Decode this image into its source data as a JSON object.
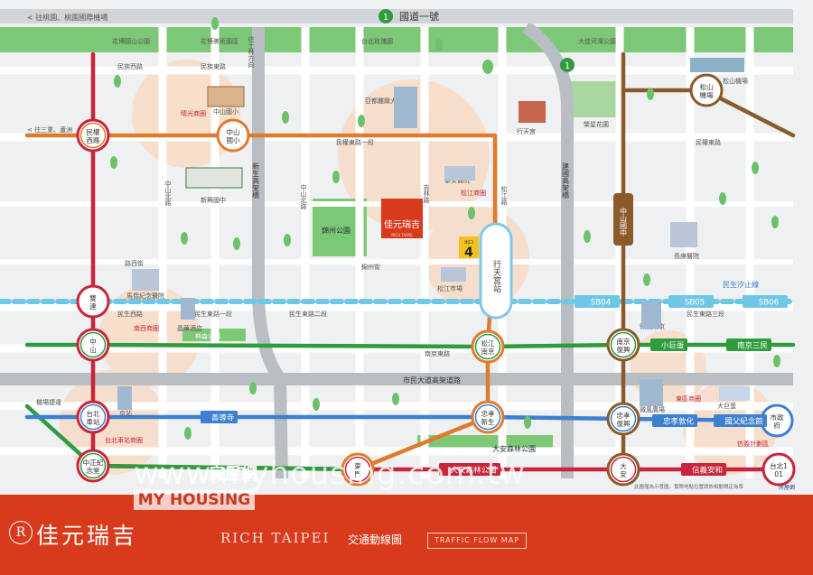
{
  "labels": {
    "to_airport": "< 往桃園、桃園國際機場",
    "freeway": "國道一號",
    "freeway_num": "1",
    "to_shilin": "往士林方向",
    "to_sanchong": "< 往三重、蘆洲",
    "xinsheng_viaduct": "新生高架橋",
    "jianguo_viaduct": "建國高架橋",
    "civic_viaduct": "市民大道高架道路",
    "line_sixizhi": "民生汐止線"
  },
  "roads": {
    "minzu_w": "民族西路",
    "minzu_e": "民族東路",
    "minquan_e1": "民權東路一段",
    "minquan_e": "民權東路",
    "minsheng_e1": "民生東路一段",
    "minsheng_e2": "民生東路二段",
    "minsheng_e3": "民生東路三段",
    "minsheng_w": "民生西路",
    "nanjing_e": "南京東路",
    "zhongshan_n": "中山北路",
    "zhongshan_n2": "中山北路",
    "jinzhou": "錦州街",
    "jilin": "吉林路",
    "songjiang": "松江路"
  },
  "parks": {
    "huabo_yuanshan": "花博圓山公園",
    "huabo_art": "花博美術園區",
    "rose": "台北玫瑰園",
    "dajia": "大佳河濱公園",
    "jinzhou_park": "錦州公園",
    "linsen": "林森公園",
    "daan": "大安森林公園",
    "rongxing": "榮星花園"
  },
  "places": {
    "qingguang": "晴光商圈",
    "zhongshan_elem": "中山國小",
    "xinxing_jh": "新興國中",
    "ambassador": "亞都麗緻大飯店",
    "xingtian": "行天宮",
    "taian_hosp": "泰安醫院",
    "songjiang_shop": "松江商圈",
    "songjiang_market": "松江市場",
    "mackay": "馬偕紀念醫院",
    "jingli": "晶華酒店",
    "nanxi_shop": "南西商圈",
    "changgeng": "長庚醫院",
    "songshan_airport": "松山機場",
    "weifeng_nanjing": "微風南京",
    "weifeng_plaza": "微風廣場",
    "east_shop": "東區商圈",
    "big_dome": "大巨蛋",
    "xinyi_plan": "信義計劃區",
    "road_parking": "路西街",
    "airport_mrt": "機場捷運",
    "jingzhan": "京站",
    "tpe_main_shop": "台北車站商圈",
    "project_cn": "佳元瑞吉",
    "project_en": "RICH TAIPEI",
    "exit_label": "出口",
    "exit_num": "4"
  },
  "stations": {
    "minquan_w": "民權西路",
    "zhongshan_elem": "中山國小",
    "songshan_airport": "松山機場",
    "shuanglian": "雙連",
    "zhongshan": "中山",
    "songjiang_nanjing": "松江南京",
    "nanjing_fuxing": "南京復興",
    "taipei_main": "台北車站",
    "zhongxiao_xinsheng": "忠孝新生",
    "zhongxiao_fuxing": "忠孝復興",
    "city_hall": "市政府",
    "cks_memorial": "中正紀念堂",
    "dongmen": "東門",
    "daan": "大安",
    "taipei101": "台北101",
    "zhongshan_jh": "中山國中",
    "xingtiangong": "行天宮站"
  },
  "line_tags": {
    "sb04": "SB04",
    "sb05": "SB05",
    "sb06": "SB06",
    "xiaojudan": "小巨蛋",
    "nanjing_sanmin": "南京三民",
    "shandao": "善導寺",
    "zhongxiao_dunhua": "忠孝敦化",
    "sun_yat_sen": "國父紀念館",
    "daan_park": "大安森林公園",
    "xinyi_anhe": "信義安和"
  },
  "branding": {
    "brand_cn": "佳元瑞吉",
    "brand_en": "RICH TAIPEI",
    "logo_letter": "R",
    "map_title": "交通動線圖",
    "map_title_en": "TRAFFIC FLOW MAP",
    "watermark_url": "www.myhousing.com.tw",
    "watermark_tag": "MY HOUSING",
    "watermark_cn": "房屋網",
    "footnote": "此圖僅為示意圖，實際地點位置請依相關規定為準",
    "footlogo": "房屋網"
  },
  "colors": {
    "red_line": "#c8243b",
    "green_line": "#2f9b3c",
    "blue_line": "#3d7fd0",
    "orange_line": "#e07a2e",
    "brown_line": "#8a5a2b",
    "future_line": "#6fc7e6",
    "park": "#7cc876",
    "road": "#c9ced2",
    "brand_red": "#d83a1c"
  }
}
